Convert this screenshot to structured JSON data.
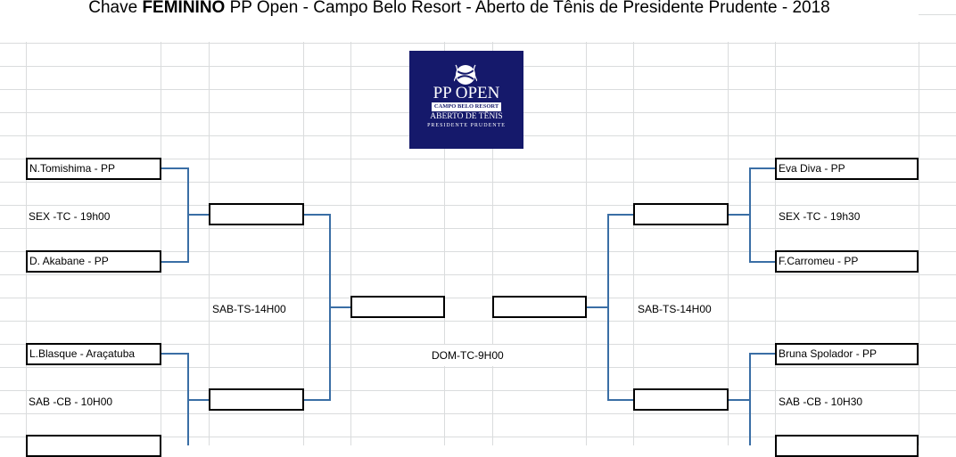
{
  "header": {
    "title_prefix": "Chave ",
    "title_bold": "FEMININO",
    "title_suffix": " PP Open - Campo Belo Resort - Aberto de Tênis de Presidente Prudente - 2018"
  },
  "logo": {
    "brand": "PP OPEN",
    "line1": "CAMPO BELO RESORT",
    "line2": "ABERTO DE TÊNIS",
    "line3": "PRESIDENTE PRUDENTE",
    "bg_color": "#15196b"
  },
  "bracket": {
    "left": {
      "match1": {
        "player_a": "N.Tomishima - PP",
        "schedule": "SEX -TC - 19h00",
        "player_b": "D. Akabane - PP",
        "winner": ""
      },
      "match2": {
        "player_a": "L.Blasque - Araçatuba",
        "schedule": "SAB -CB - 10H00",
        "player_b": "",
        "winner": ""
      },
      "semi_schedule": "SAB-TS-14H00",
      "finalist": ""
    },
    "right": {
      "match1": {
        "player_a": "Eva Diva - PP",
        "schedule": "SEX -TC - 19h30",
        "player_b": "F.Carromeu - PP",
        "winner": ""
      },
      "match2": {
        "player_a": "Bruna Spolador - PP",
        "schedule": "SAB -CB - 10H30",
        "player_b": "",
        "winner": ""
      },
      "semi_schedule": "SAB-TS-14H00",
      "finalist": ""
    },
    "final_schedule": "DOM-TC-9H00"
  },
  "colors": {
    "connector": "#3a6ea5",
    "gridline": "#dadcdd"
  }
}
